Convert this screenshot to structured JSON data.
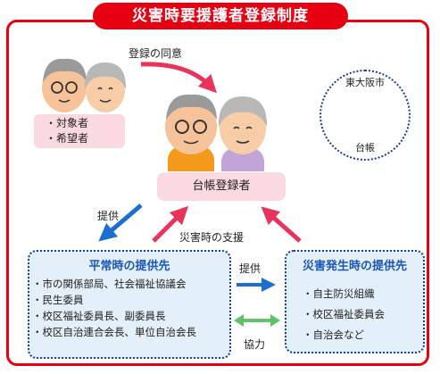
{
  "title": "災害時要援護者登録制度",
  "consent_label": "登録の同意",
  "applicants": {
    "items": [
      "・対象者",
      "・希望者"
    ]
  },
  "ledger_registrant": "台帳登録者",
  "city": {
    "name": "東大阪市",
    "ledger": "台帳"
  },
  "provide_left_label": "提供",
  "support_label": "災害時の支援",
  "normal_time": {
    "title": "平常時の提供先",
    "items": [
      "・市の関係部局、社会福祉協議会",
      "・民生委員",
      "・校区福祉委員長、副委員長",
      "・校区自治連合会長、単位自治会長"
    ]
  },
  "disaster_time": {
    "title": "災害発生時の提供先",
    "items": [
      "・自主防災組織",
      "・校区福祉委員会",
      "・自治会など"
    ]
  },
  "provide_mid_label": "提供",
  "cooperation_label": "協力",
  "colors": {
    "accent_red": "#e60012",
    "arrow_blue": "#1a6fd1",
    "arrow_pink": "#e8335a",
    "arrow_green": "#5dc46b"
  }
}
